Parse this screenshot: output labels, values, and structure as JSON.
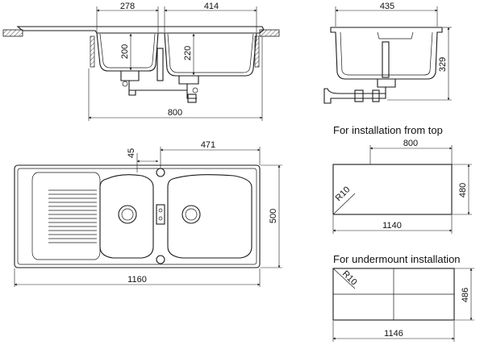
{
  "side_view": {
    "dim_left_bowl_width": "278",
    "dim_right_bowl_width": "414",
    "dim_left_depth": "200",
    "dim_right_depth": "220",
    "dim_total_width": "800"
  },
  "end_view": {
    "dim_width": "435",
    "dim_height": "329"
  },
  "plan_view": {
    "dim_offset": "45",
    "dim_bowl_span": "471",
    "dim_length": "1160",
    "dim_depth": "500"
  },
  "top_mount": {
    "heading": "For installation from top",
    "dim_width": "800",
    "dim_depth": "480",
    "dim_radius": "R10",
    "dim_length": "1140"
  },
  "under_mount": {
    "heading": "For undermount installation",
    "dim_radius": "R10",
    "dim_depth": "486",
    "dim_length": "1146"
  }
}
